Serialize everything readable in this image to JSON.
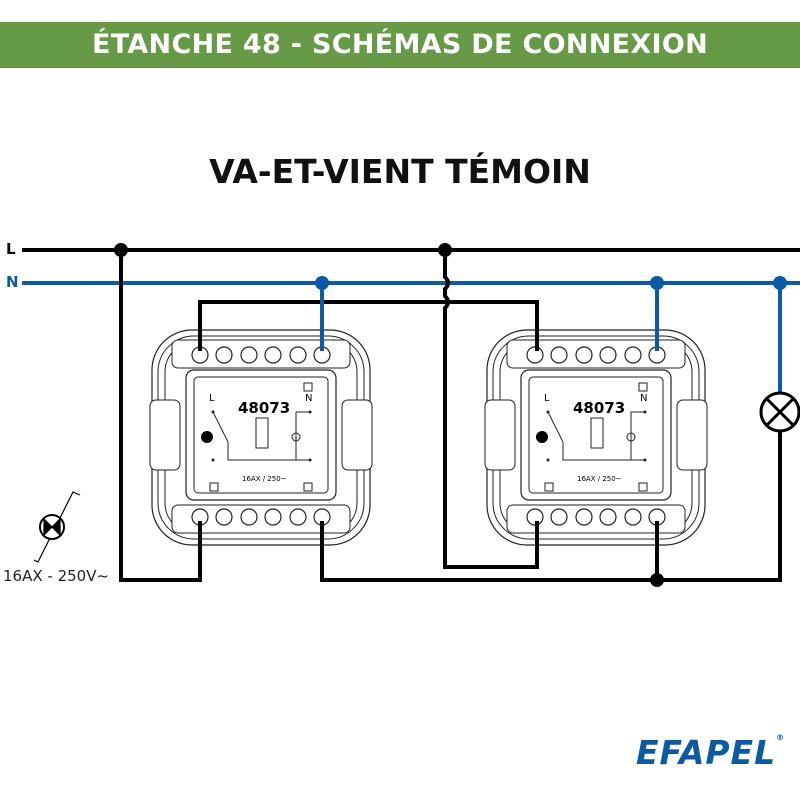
{
  "header": {
    "title": "ÉTANCHE 48 - SCHÉMAS DE CONNEXION"
  },
  "diagram": {
    "title": "VA-ET-VIENT TÉMOIN",
    "line_labels": {
      "live": "L",
      "neutral": "N"
    },
    "switches": [
      {
        "model": "48073",
        "label_l": "L",
        "label_n": "N",
        "rating": "16AX / 250~"
      },
      {
        "model": "48073",
        "label_l": "L",
        "label_n": "N",
        "rating": "16AX / 250~"
      }
    ],
    "indicator_rating": "16AX - 250V~",
    "colors": {
      "header": "#669a46",
      "live": "#000000",
      "neutral": "#0b5aa3"
    }
  },
  "brand": {
    "logo": "EFAPEL",
    "mark": "®"
  }
}
